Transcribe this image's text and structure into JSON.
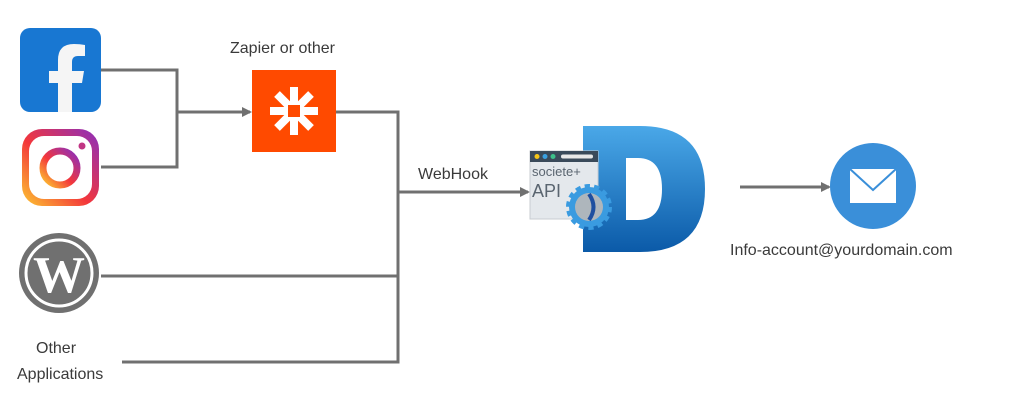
{
  "labels": {
    "zapier": "Zapier or other",
    "webhook": "WebHook",
    "other_line1": "Other",
    "other_line2": "Applications",
    "email": "Info-account@yourdomain.com",
    "api_line1": "societe+",
    "api_line2": "API"
  },
  "nodes": [
    {
      "id": "facebook",
      "icon": "facebook-icon"
    },
    {
      "id": "instagram",
      "icon": "instagram-icon"
    },
    {
      "id": "wordpress",
      "icon": "wordpress-icon"
    },
    {
      "id": "zapier",
      "icon": "zapier-icon"
    },
    {
      "id": "societe-api",
      "icon": "api-window-icon"
    },
    {
      "id": "dolibarr",
      "icon": "d-logo-icon"
    },
    {
      "id": "email",
      "icon": "envelope-icon"
    }
  ],
  "colors": {
    "line": "#707070",
    "facebook": "#1877d2",
    "zapier": "#ff4a00",
    "wordpress": "#707070",
    "email": "#3a8fd9"
  }
}
